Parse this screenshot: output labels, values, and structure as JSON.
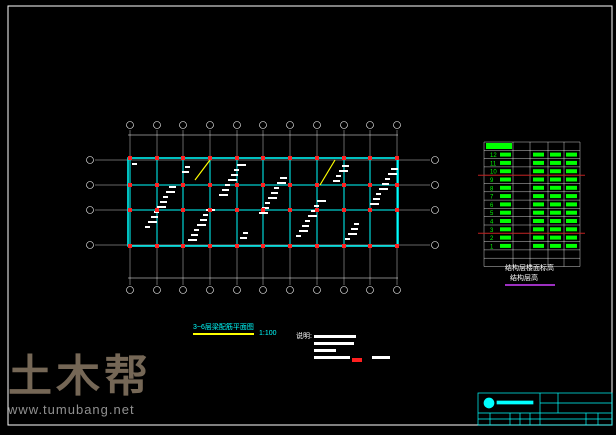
{
  "drawing": {
    "plan_title": "3~6层梁配筋平面图",
    "scale": "1:100",
    "notes_label": "说明:",
    "table_caption": "结构层楼面标高",
    "table_caption2": "结构层高",
    "table_rows": [
      "12",
      "11",
      "10",
      "9",
      "8",
      "7",
      "6",
      "5",
      "4",
      "3",
      "2",
      "1"
    ],
    "colors": {
      "frame": "#ffffff",
      "wall": "#00ffff",
      "column": "#ff2020",
      "beam": "#ffff00",
      "table": "#00ff00"
    }
  },
  "watermark": {
    "logo": "土木帮",
    "url": "www.tumubang.net"
  }
}
